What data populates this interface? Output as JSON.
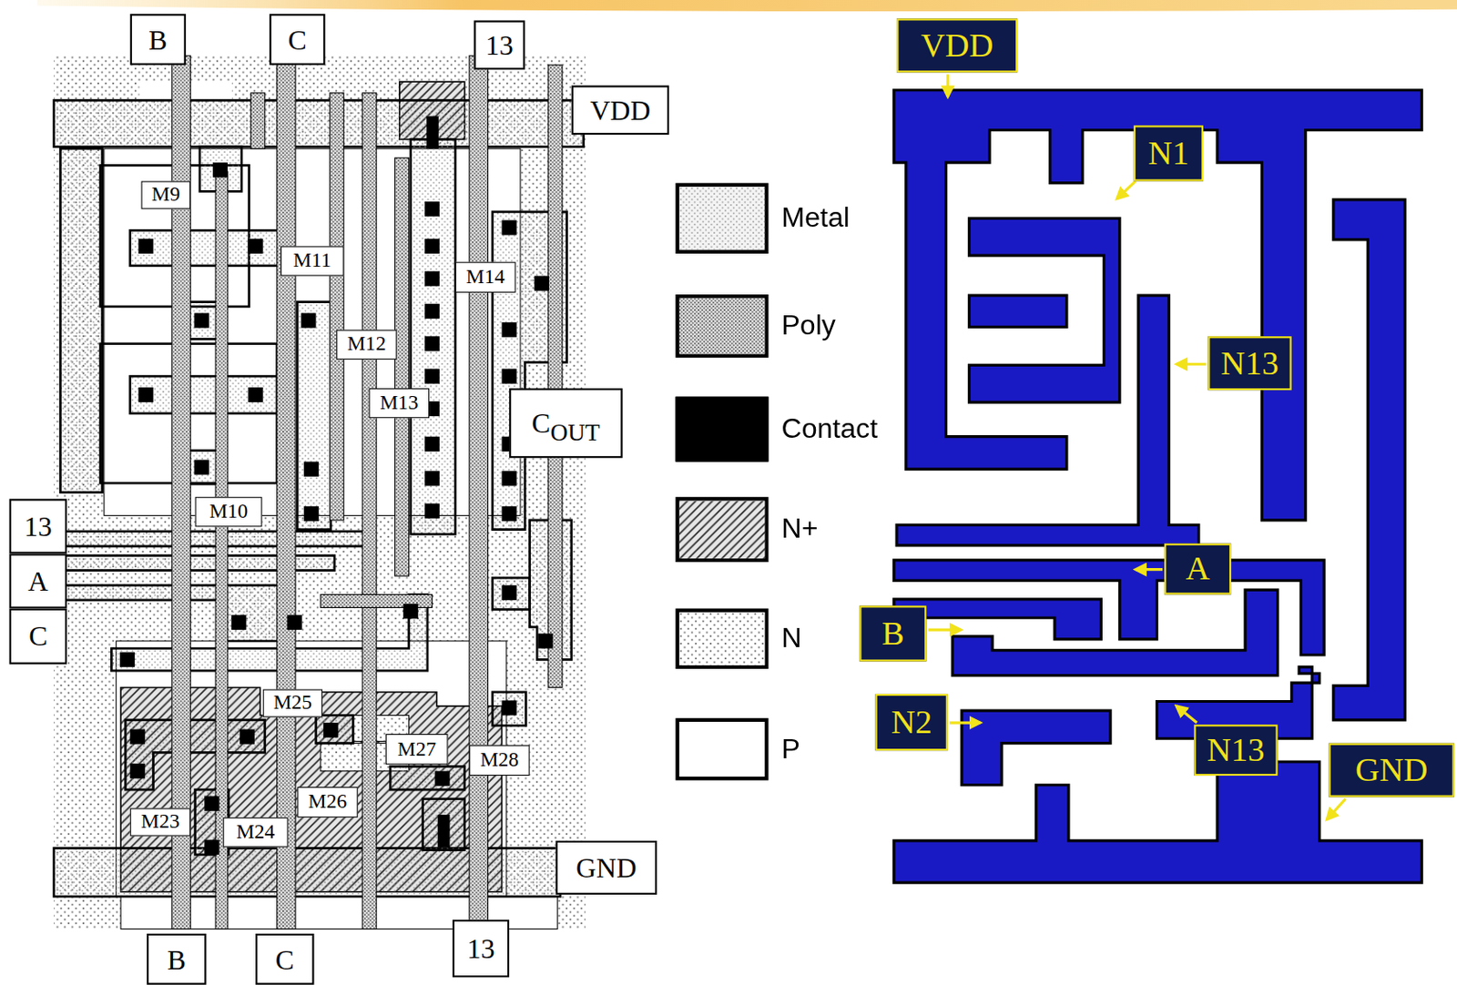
{
  "diagram": {
    "nodes": [
      {
        "text": [
          "B"
        ]
      },
      {
        "text": [
          "C"
        ]
      },
      {
        "text": [
          "13"
        ]
      },
      {
        "text": [
          "VDD"
        ]
      },
      {
        "text": [
          "M9"
        ]
      },
      {
        "text": [
          "M11"
        ]
      },
      {
        "text": [
          "M14"
        ]
      },
      {
        "text": [
          "M12"
        ]
      },
      {
        "text": [
          "M13"
        ]
      },
      {
        "text": [
          "C",
          "OUT"
        ]
      },
      {
        "text": [
          "M10"
        ]
      },
      {
        "text": [
          "13"
        ]
      },
      {
        "text": [
          "A"
        ]
      },
      {
        "text": [
          "C"
        ]
      },
      {
        "text": [
          "M25"
        ]
      },
      {
        "text": [
          "M27"
        ]
      },
      {
        "text": [
          "M28"
        ]
      },
      {
        "text": [
          "M26"
        ]
      },
      {
        "text": [
          "M23"
        ]
      },
      {
        "text": [
          "M24"
        ]
      },
      {
        "text": [
          "GND"
        ]
      },
      {
        "text": [
          "B"
        ]
      },
      {
        "text": [
          "C"
        ]
      },
      {
        "text": [
          "13"
        ]
      },
      {
        "text": [
          "VDD"
        ]
      },
      {
        "text": [
          "N1"
        ]
      },
      {
        "text": [
          "N13"
        ]
      },
      {
        "text": [
          "A"
        ]
      },
      {
        "text": [
          "B"
        ]
      },
      {
        "text": [
          "N2"
        ]
      },
      {
        "text": [
          "N13"
        ]
      },
      {
        "text": [
          "GND"
        ]
      }
    ],
    "legend": [
      {
        "text": "Metal",
        "color": "#f4f4f4"
      },
      {
        "text": "Poly",
        "color": "#e2e2e2"
      },
      {
        "text": "Contact",
        "color": "#000000"
      },
      {
        "text": "N+",
        "color": "#ececec"
      },
      {
        "text": "N",
        "color": "#fafafa"
      },
      {
        "text": "P",
        "color": "#ffffff"
      }
    ]
  }
}
